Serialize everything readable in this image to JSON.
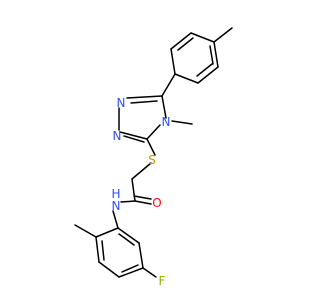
{
  "molecule": {
    "atom_labels": {
      "n_triazole_top": "N",
      "n_triazole_left": "N",
      "n_triazole_methyl": "N",
      "sulfur": "S",
      "oxygen": "O",
      "amide_nh": "N",
      "amide_h": "H",
      "fluorine": "F"
    },
    "colors": {
      "nitrogen": "#3050F8",
      "sulfur": "#B8A000",
      "oxygen": "#FF0D0D",
      "fluorine": "#8FB000",
      "bond": "#000000"
    }
  }
}
